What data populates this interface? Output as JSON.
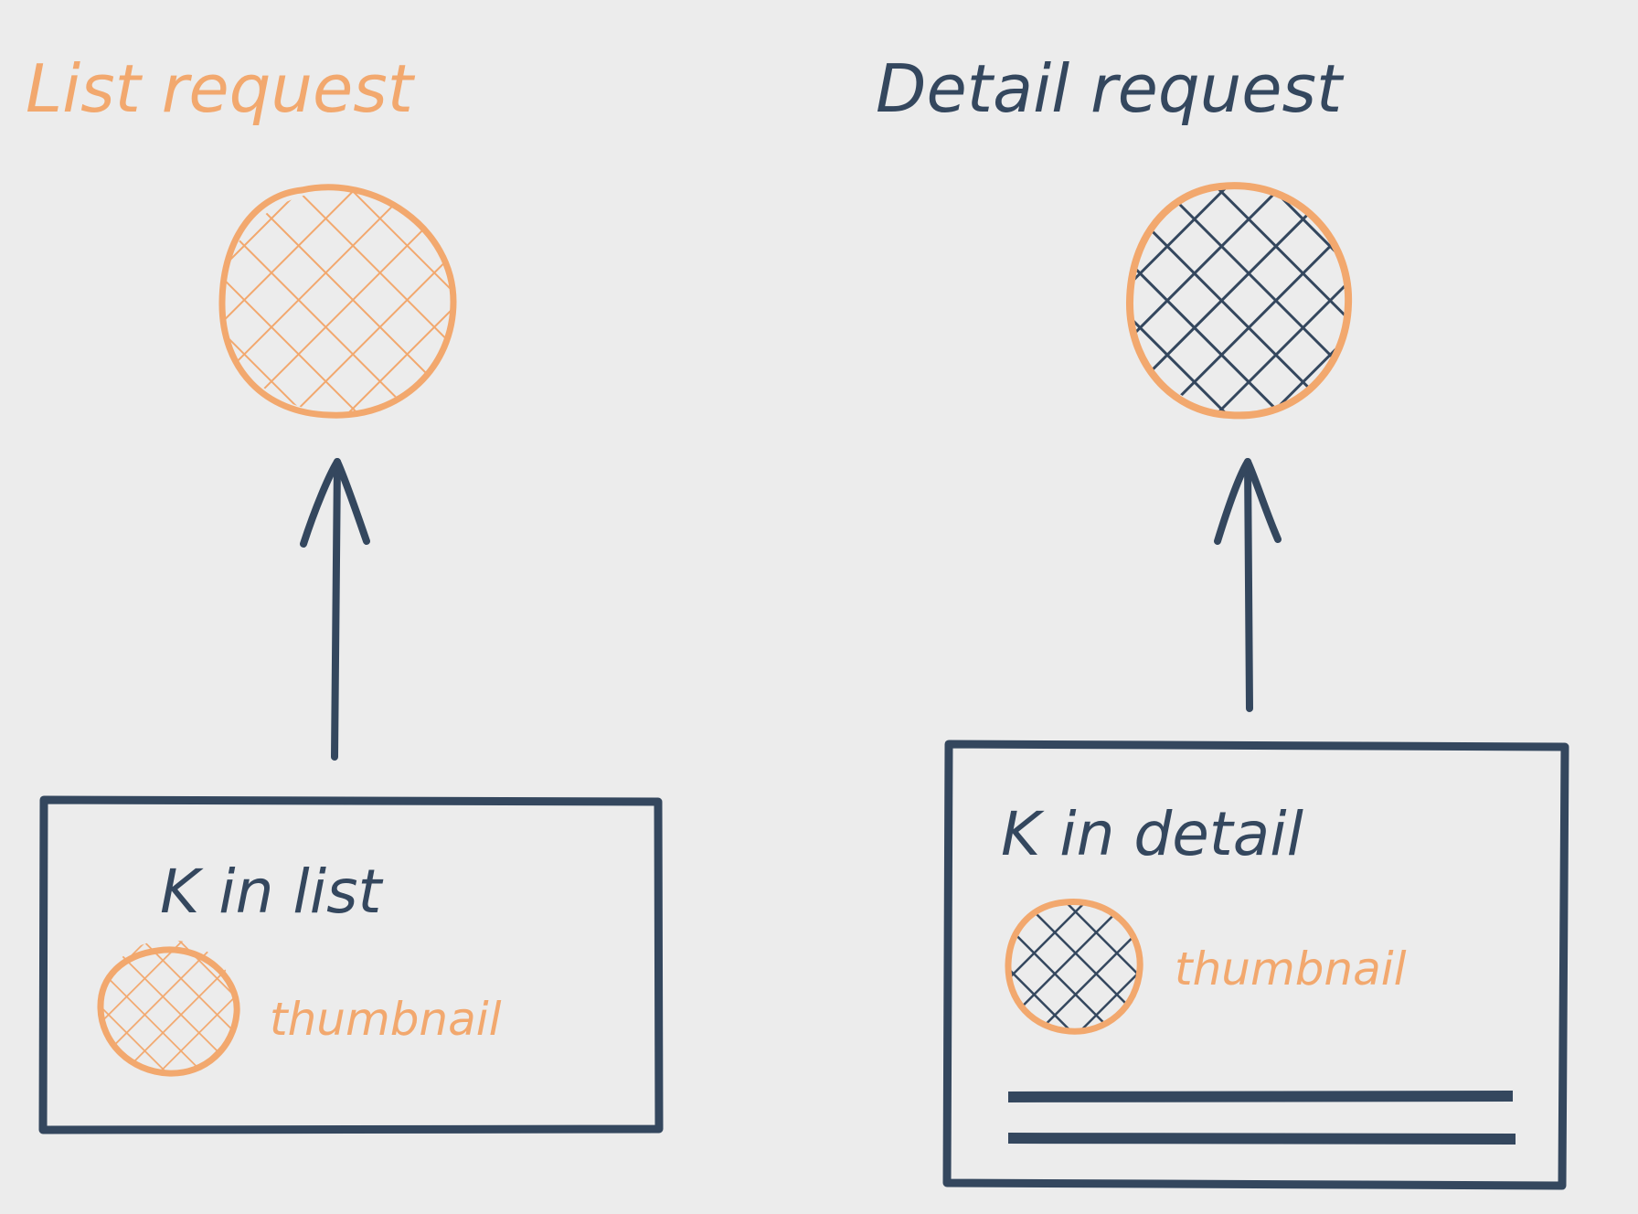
{
  "colors": {
    "background": "#ececec",
    "accent": "#f2a86e",
    "ink": "#34475e"
  },
  "left": {
    "title": "List request",
    "card_title": "K in list",
    "thumbnail_label": "thumbnail"
  },
  "right": {
    "title": "Detail request",
    "card_title": "K in detail",
    "thumbnail_label": "thumbnail"
  }
}
